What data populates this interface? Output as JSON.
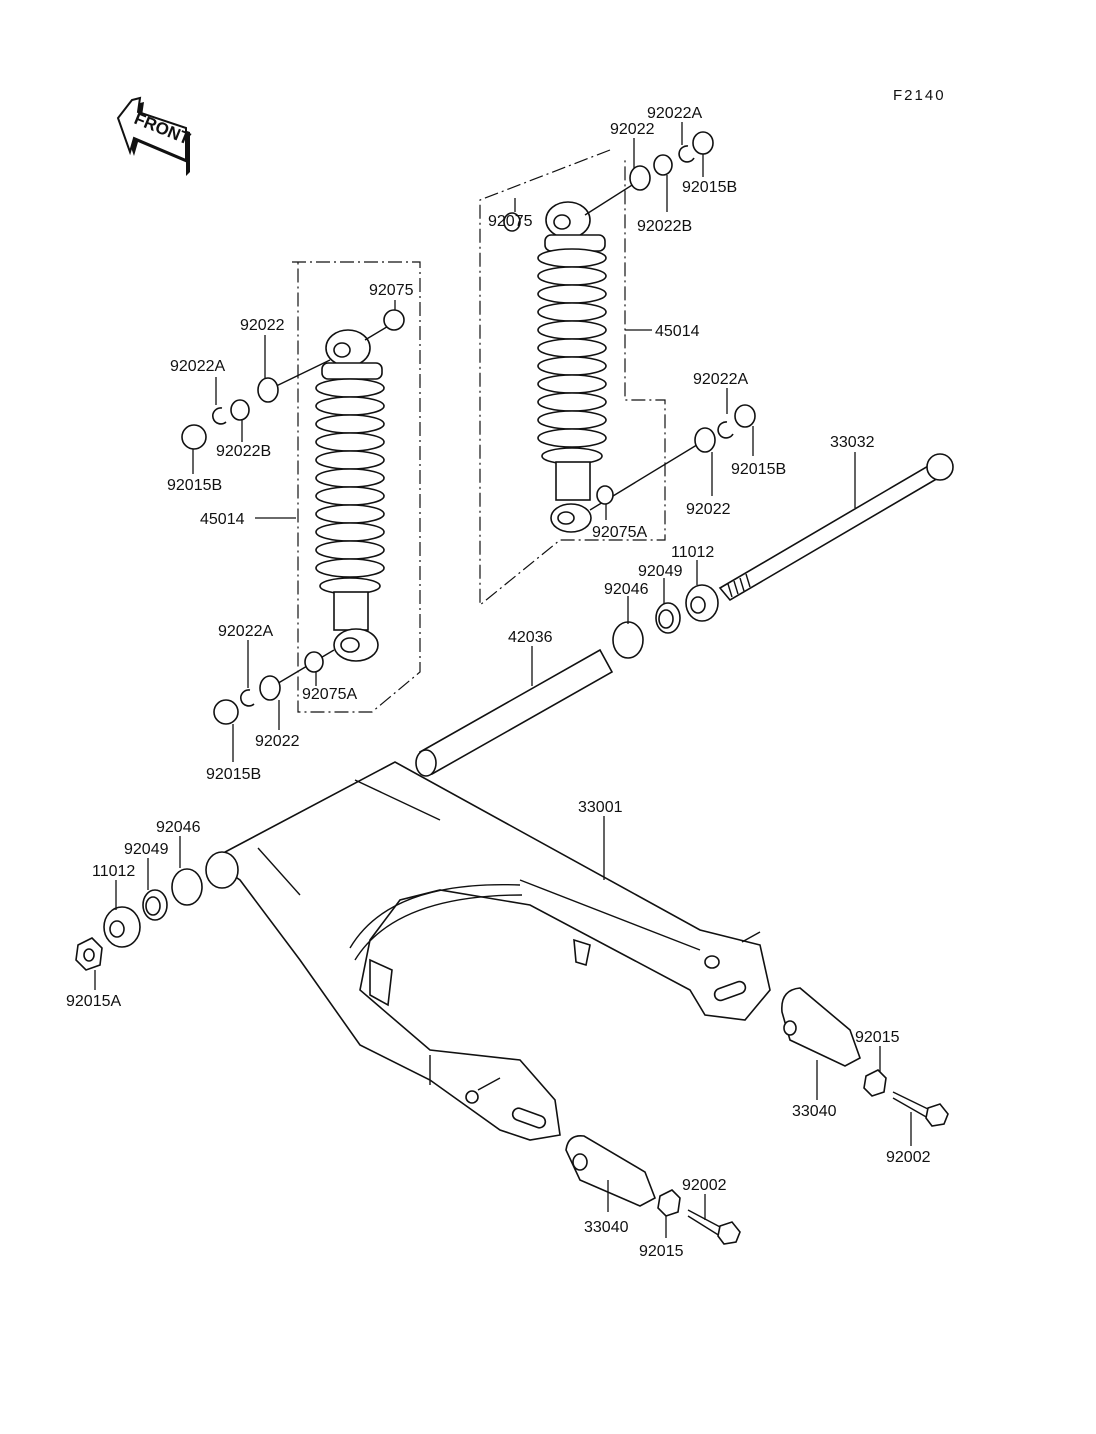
{
  "diagram": {
    "code": "F2140",
    "front_label": "FRONT",
    "callouts": {
      "top_92022A": "92022A",
      "top_92022": "92022",
      "top_92015B": "92015B",
      "top_92022B": "92022B",
      "top_92075": "92075",
      "right_45014": "45014",
      "right_92022A": "92022A",
      "right_92015B": "92015B",
      "right_92022": "92022",
      "right_92075A": "92075A",
      "r_33032": "33032",
      "r_11012": "11012",
      "r_92049": "92049",
      "r_92046": "92046",
      "r_42036": "42036",
      "left_92075": "92075",
      "left_92022": "92022",
      "left_92022A": "92022A",
      "left_92022B": "92022B",
      "left_92015B": "92015B",
      "left_45014": "45014",
      "lb_92022A": "92022A",
      "lb_92075A": "92075A",
      "lb_92022": "92022",
      "lb_92015B": "92015B",
      "sw_33001": "33001",
      "p_92046": "92046",
      "p_92049": "92049",
      "p_11012": "11012",
      "p_92015A": "92015A",
      "ra_92015": "92015",
      "ra_33040": "33040",
      "ra_92002": "92002",
      "la_92002": "92002",
      "la_33040": "33040",
      "la_92015": "92015"
    }
  }
}
